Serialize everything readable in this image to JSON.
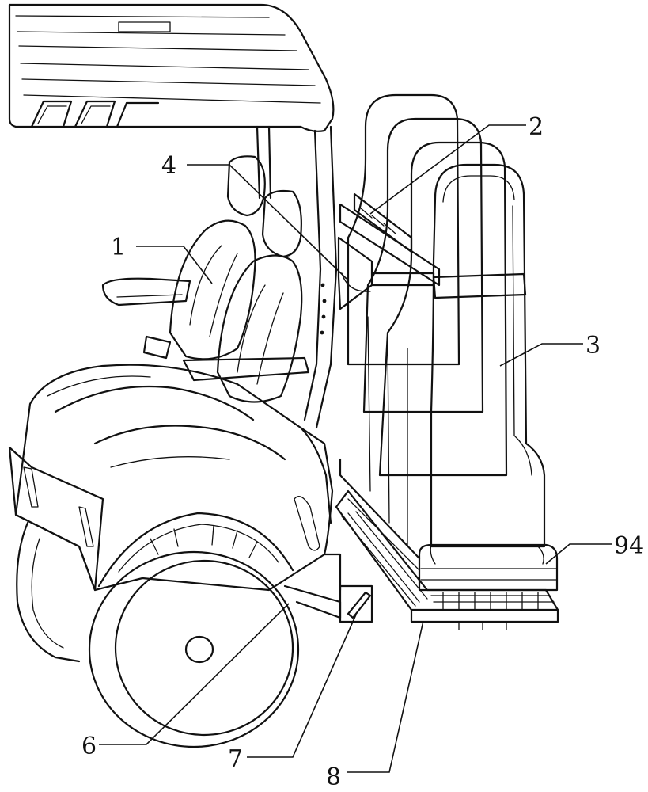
{
  "figure": {
    "labels": [
      {
        "key": "seat",
        "text": "1"
      },
      {
        "key": "rack",
        "text": "2"
      },
      {
        "key": "bag_stack",
        "text": "3"
      },
      {
        "key": "holder",
        "text": "4"
      },
      {
        "key": "rear_wheel",
        "text": "6"
      },
      {
        "key": "pivot",
        "text": "7"
      },
      {
        "key": "platform",
        "text": "8"
      },
      {
        "key": "basket",
        "text": "94"
      }
    ]
  }
}
